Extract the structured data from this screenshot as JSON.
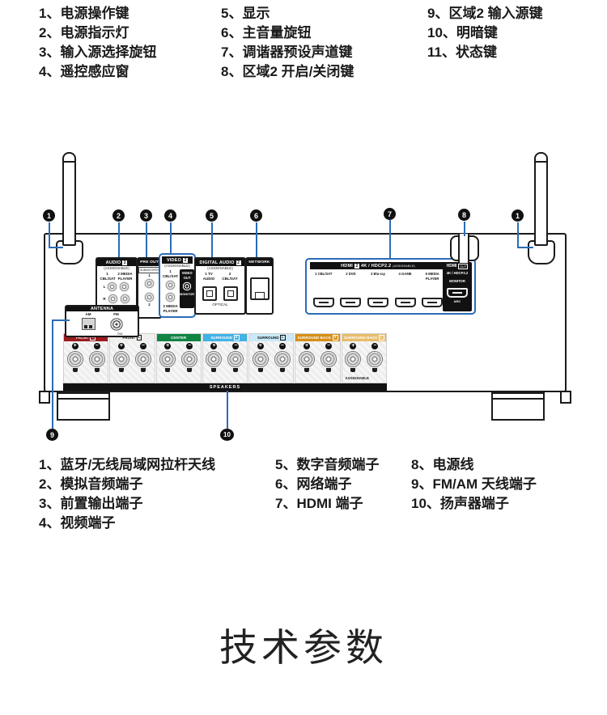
{
  "front_panel_list": {
    "col1": [
      "1、电源操作键",
      "2、电源指示灯",
      "3、输入源选择旋钮",
      "4、遥控感应窗"
    ],
    "col2": [
      "5、显示",
      "6、主音量旋钮",
      "7、调谐器预设声道键",
      "8、区域2 开启/关闭键"
    ],
    "col3": [
      "9、区域2 输入源键",
      "10、明暗键",
      "11、状态键"
    ]
  },
  "rear_panel_list": {
    "col1": [
      "1、蓝牙/无线局域网拉杆天线",
      "2、模拟音频端子",
      "3、前置输出端子",
      "4、视频端子"
    ],
    "col2": [
      "5、数字音频端子",
      "6、网络端子",
      "7、HDMI 端子"
    ],
    "col3": [
      "8、电源线",
      "9、FM/AM 天线端子",
      "10、扬声器端子"
    ]
  },
  "section_title": "技术参数",
  "diagram": {
    "callouts_top": [
      "1",
      "2",
      "3",
      "4",
      "5",
      "6",
      "7",
      "8",
      "1"
    ],
    "callouts_bottom": [
      "9",
      "10"
    ],
    "audio": {
      "header": "AUDIO",
      "zone": "2",
      "assignable": "(ASSIGNABLE)",
      "input1": "1 CBL/SAT",
      "input2": "2 MEDIA PLAYER",
      "left": "L",
      "right": "R"
    },
    "preout": {
      "header": "PRE OUT",
      "sub": "SUBWOOFER",
      "one": "1",
      "two": "2"
    },
    "video": {
      "header": "VIDEO",
      "zone": "2",
      "assignable": "(ASSIGNABLE)",
      "input1": "1 CBL/SAT",
      "input2": "2 MEDIA PLAYER",
      "out_title": "VIDEO OUT",
      "monitor": "MONITOR"
    },
    "digital": {
      "header": "DIGITAL AUDIO",
      "zone": "2",
      "assignable": "(ASSIGNABLE)",
      "input1": "1 TV AUDIO",
      "input2": "2 CBL/SAT",
      "optical": "OPTICAL"
    },
    "network": {
      "header": "NETWORK"
    },
    "hdmi": {
      "header": "HDMI",
      "zone": "2",
      "spec": "4K / HDCP2.2",
      "assignable": "(ASSIGNABLE)",
      "inputs": [
        "1 CBL/SAT",
        "2 DVD",
        "3 Blu-ray",
        "4 GAME",
        "5 MEDIA PLAYER"
      ],
      "out": {
        "title": "HDMI",
        "badge": "OUT",
        "spec": "4K / HDCP2.2",
        "monitor": "MONITOR",
        "arc": "ARC"
      }
    },
    "antenna": {
      "header": "ANTENNA",
      "am": "AM",
      "fm": "FM",
      "ohm": "75Ω"
    },
    "speakers": {
      "bar": "SPEAKERS",
      "assignable": "ASSIGNABLE",
      "plus": "+",
      "minus": "−",
      "channels": [
        {
          "label": "FRONT",
          "badge": "R",
          "bg": "#9b1b20",
          "fg": "#ffffff"
        },
        {
          "label": "FRONT",
          "badge": "L",
          "bg": "#f1f0ee",
          "fg": "#111111"
        },
        {
          "label": "CENTER",
          "badge": "",
          "bg": "#108444",
          "fg": "#ffffff"
        },
        {
          "label": "SURROUND",
          "badge": "R",
          "bg": "#41b3e6",
          "fg": "#ffffff"
        },
        {
          "label": "SURROUND",
          "badge": "L",
          "bg": "#c9e9f8",
          "fg": "#111111"
        },
        {
          "label": "SURROUND BACK",
          "badge": "R",
          "bg": "#d68f16",
          "fg": "#ffffff"
        },
        {
          "label": "SURROUND BACK",
          "badge": "L",
          "bg": "#e7bd69",
          "fg": "#ffffff"
        }
      ]
    }
  },
  "colors": {
    "callout_line": "#2b6cb8",
    "highlight_border": "#2b6cb8",
    "panel_border": "#1a1a1a"
  }
}
